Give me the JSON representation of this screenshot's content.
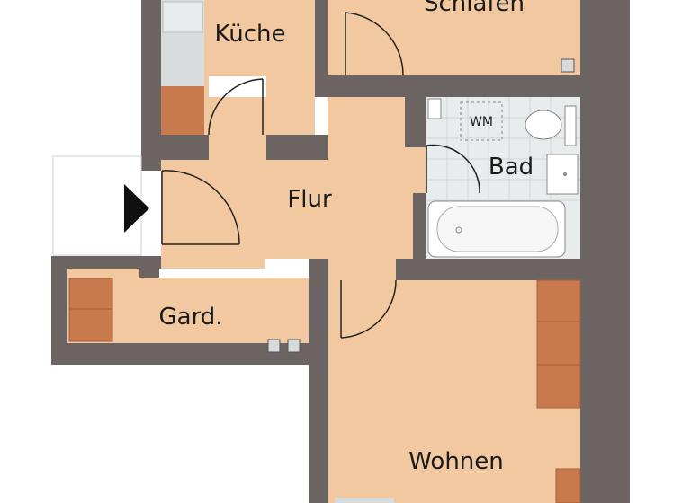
{
  "rooms": {
    "kueche": "Küche",
    "schlafen": "Schlafen",
    "bad": "Bad",
    "wm": "WM",
    "flur": "Flur",
    "gard": "Gard.",
    "wohnen": "Wohnen"
  },
  "colors": {
    "wall": "#6b6462",
    "wall_shadow": "#4a4544",
    "floor": "#f2c8a0",
    "tile": "#e8ecec",
    "cabinet": "#c8794e",
    "white": "#ffffff"
  }
}
